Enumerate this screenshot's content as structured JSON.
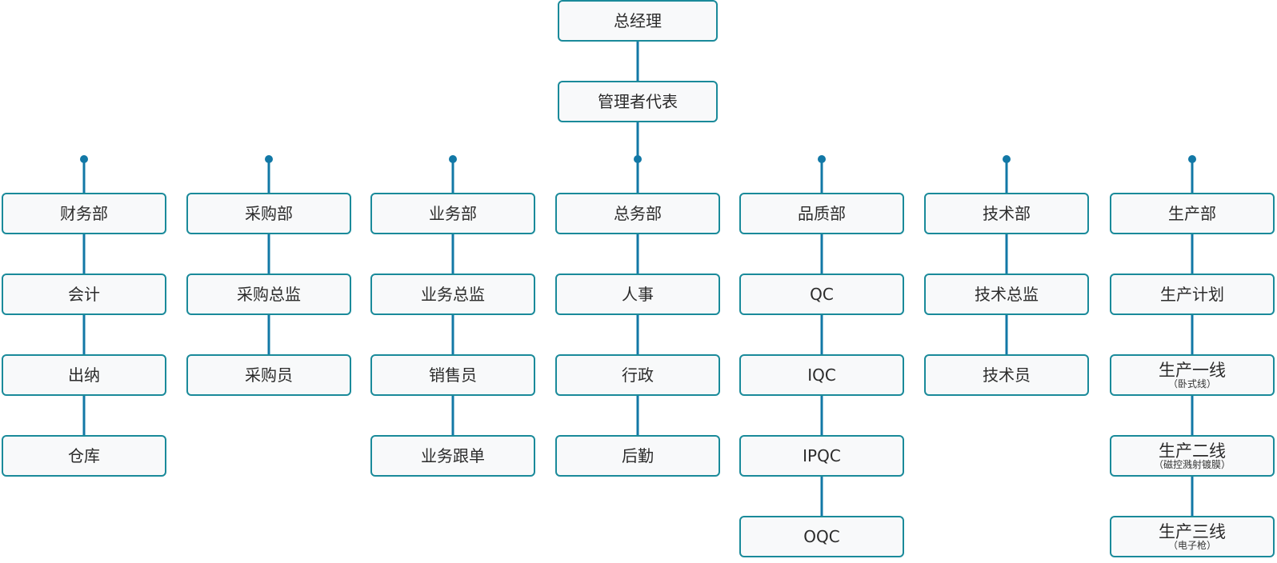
{
  "colors": {
    "line": "#1278a6",
    "line_end": "#1a9a9e",
    "border": "#1a8a9a",
    "box_fill": "#f8f9fa",
    "text": "#2b2b2b"
  },
  "top": [
    "总经理",
    "管理者代表"
  ],
  "departments": [
    {
      "name": "财务部",
      "children": [
        {
          "label": "会计"
        },
        {
          "label": "出纳"
        },
        {
          "label": "仓库"
        }
      ]
    },
    {
      "name": "采购部",
      "children": [
        {
          "label": "采购总监"
        },
        {
          "label": "采购员"
        }
      ]
    },
    {
      "name": "业务部",
      "children": [
        {
          "label": "业务总监"
        },
        {
          "label": "销售员"
        },
        {
          "label": "业务跟单"
        }
      ]
    },
    {
      "name": "总务部",
      "children": [
        {
          "label": "人事"
        },
        {
          "label": "行政"
        },
        {
          "label": "后勤"
        }
      ]
    },
    {
      "name": "品质部",
      "children": [
        {
          "label": "QC"
        },
        {
          "label": "IQC"
        },
        {
          "label": "IPQC"
        },
        {
          "label": "OQC"
        }
      ]
    },
    {
      "name": "技术部",
      "children": [
        {
          "label": "技术总监"
        },
        {
          "label": "技术员"
        }
      ]
    },
    {
      "name": "生产部",
      "children": [
        {
          "label": "生产计划"
        },
        {
          "label": "生产一线",
          "sub": "（卧式线）"
        },
        {
          "label": "生产二线",
          "sub": "（磁控溅射镀膜）"
        },
        {
          "label": "生产三线",
          "sub": "（电子枪）"
        }
      ]
    }
  ]
}
